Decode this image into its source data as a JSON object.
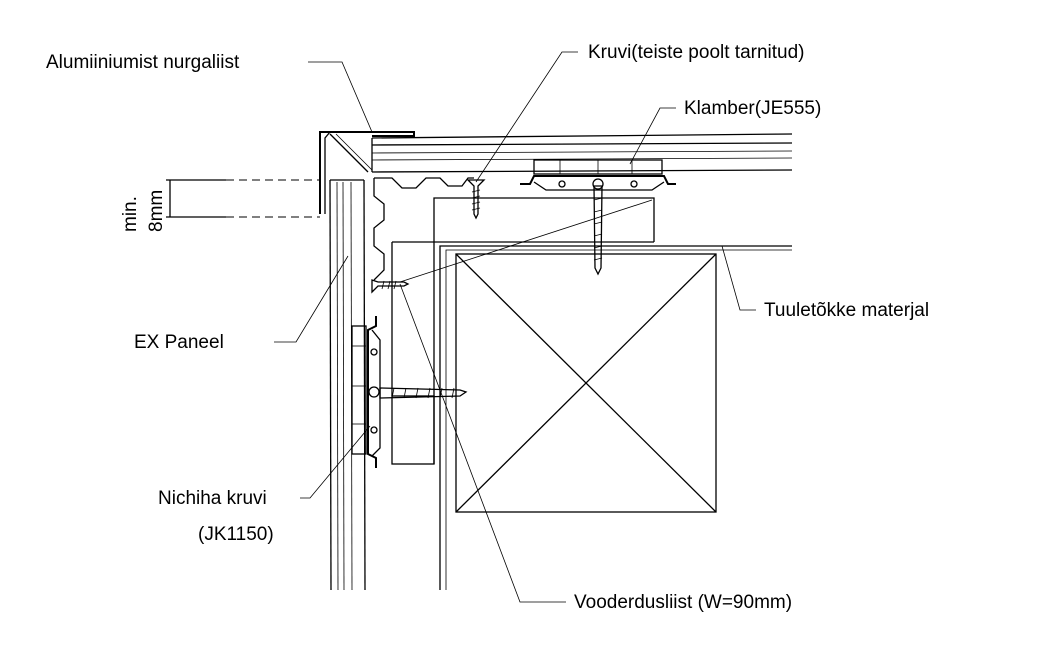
{
  "labels": {
    "corner_strip": "Alumiiniumist nurgaliist",
    "screw_others": "Kruvi(teiste poolt tarnitud)",
    "clamp": "Klamber(JE555)",
    "wind_barrier": "Tuuletõkke materjal",
    "panel": "EX Paneel",
    "nichiha_screw_line1": "Nichiha kruvi",
    "nichiha_screw_line2": "(JK1150)",
    "furring_strip": "Vooderdusliist (W=90mm)",
    "min_line1": "min.",
    "min_line2": "8mm"
  }
}
